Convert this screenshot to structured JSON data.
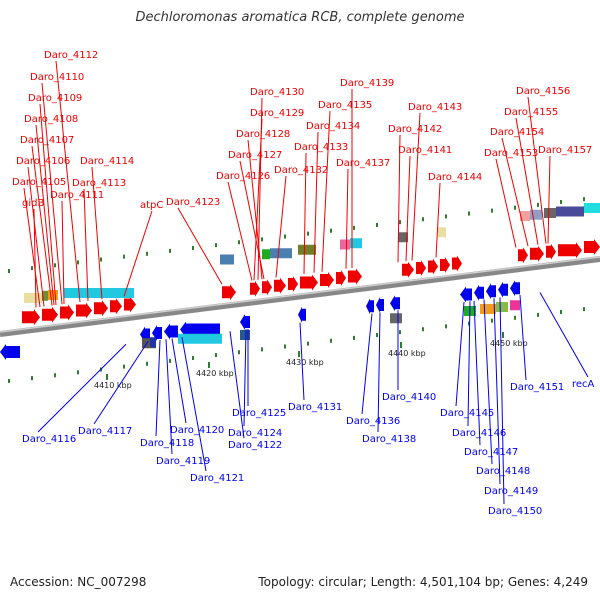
{
  "title": "Dechloromonas aromatica RCB, complete genome",
  "footer": {
    "accession": "Accession: NC_007298",
    "summary": "Topology: circular; Length: 4,501,104 bp; Genes: 4,249"
  },
  "colors": {
    "forward": "#ee0000",
    "reverse": "#0000ee",
    "axis": "#888888"
  },
  "scale_labels": [
    "4410 kbp",
    "4420 kbp",
    "4430 kbp",
    "4440 kbp",
    "4450 kbp"
  ],
  "top_labels": [
    "Daro_4112",
    "Daro_4110",
    "Daro_4109",
    "Daro_4108",
    "Daro_4107",
    "Daro_4106",
    "Daro_4105",
    "gidB",
    "Daro_4111",
    "Daro_4113",
    "Daro_4114",
    "atpC",
    "Daro_4123",
    "Daro_4130",
    "Daro_4129",
    "Daro_4128",
    "Daro_4127",
    "Daro_4126",
    "Daro_4132",
    "Daro_4133",
    "Daro_4134",
    "Daro_4135",
    "Daro_4139",
    "Daro_4137",
    "Daro_4141",
    "Daro_4142",
    "Daro_4143",
    "Daro_4144",
    "Daro_4156",
    "Daro_4155",
    "Daro_4154",
    "Daro_4153",
    "Daro_4157"
  ],
  "bottom_labels": [
    "Daro_4116",
    "Daro_4117",
    "Daro_4118",
    "Daro_4119",
    "Daro_4120",
    "Daro_4121",
    "Daro_4122",
    "Daro_4124",
    "Daro_4125",
    "Daro_4131",
    "Daro_4136",
    "Daro_4138",
    "Daro_4140",
    "Daro_4145",
    "Daro_4146",
    "Daro_4147",
    "Daro_4148",
    "Daro_4149",
    "Daro_4150",
    "Daro_4151",
    "recA"
  ]
}
